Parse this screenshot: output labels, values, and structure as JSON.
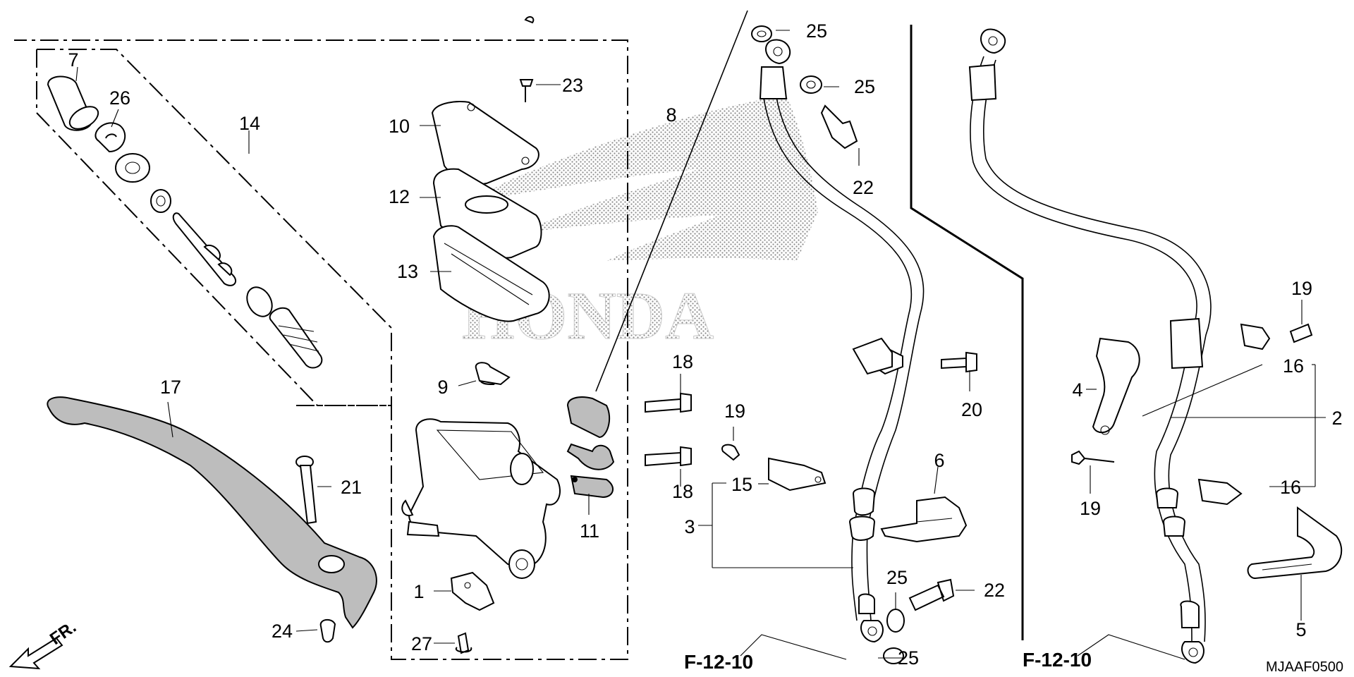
{
  "diagram_code": "MJAAF0500",
  "direction_label": "FR.",
  "watermark_text": "HONDA",
  "references": [
    {
      "id": "ref-left",
      "text": "F-12-10"
    },
    {
      "id": "ref-right",
      "text": "F-12-10"
    }
  ],
  "callouts": [
    {
      "id": "c7",
      "text": "7"
    },
    {
      "id": "c26",
      "text": "26"
    },
    {
      "id": "c14",
      "text": "14"
    },
    {
      "id": "c23",
      "text": "23"
    },
    {
      "id": "c10",
      "text": "10"
    },
    {
      "id": "c12",
      "text": "12"
    },
    {
      "id": "c13",
      "text": "13"
    },
    {
      "id": "c8",
      "text": "8"
    },
    {
      "id": "c25a",
      "text": "25"
    },
    {
      "id": "c25b",
      "text": "25"
    },
    {
      "id": "c22a",
      "text": "22"
    },
    {
      "id": "c17",
      "text": "17"
    },
    {
      "id": "c9",
      "text": "9"
    },
    {
      "id": "c18a",
      "text": "18"
    },
    {
      "id": "c18b",
      "text": "18"
    },
    {
      "id": "c11",
      "text": "11"
    },
    {
      "id": "c19a",
      "text": "19"
    },
    {
      "id": "c15",
      "text": "15"
    },
    {
      "id": "c3",
      "text": "3"
    },
    {
      "id": "c6",
      "text": "6"
    },
    {
      "id": "c20",
      "text": "20"
    },
    {
      "id": "c21",
      "text": "21"
    },
    {
      "id": "c1",
      "text": "1"
    },
    {
      "id": "c24",
      "text": "24"
    },
    {
      "id": "c27",
      "text": "27"
    },
    {
      "id": "c25c",
      "text": "25"
    },
    {
      "id": "c22b",
      "text": "22"
    },
    {
      "id": "c25d",
      "text": "25"
    },
    {
      "id": "c19b",
      "text": "19"
    },
    {
      "id": "c16a",
      "text": "16"
    },
    {
      "id": "c4",
      "text": "4"
    },
    {
      "id": "c2",
      "text": "2"
    },
    {
      "id": "c19c",
      "text": "19"
    },
    {
      "id": "c16b",
      "text": "16"
    },
    {
      "id": "c5",
      "text": "5"
    }
  ]
}
